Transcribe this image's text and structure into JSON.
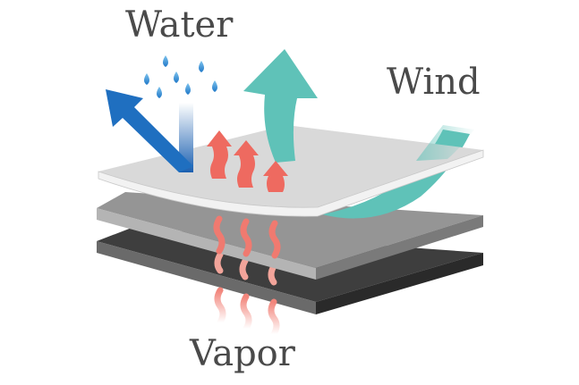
{
  "labels": {
    "water": "Water",
    "wind": "Wind",
    "vapor": "Vapor"
  },
  "colors": {
    "water": "#1f6fc0",
    "wind": "#5fc2b8",
    "vapor": "#ee6a60",
    "top_layer": "#d8d8d8",
    "middle_layer": "#9a9a9a",
    "bottom_layer": "#4a4a4a"
  }
}
